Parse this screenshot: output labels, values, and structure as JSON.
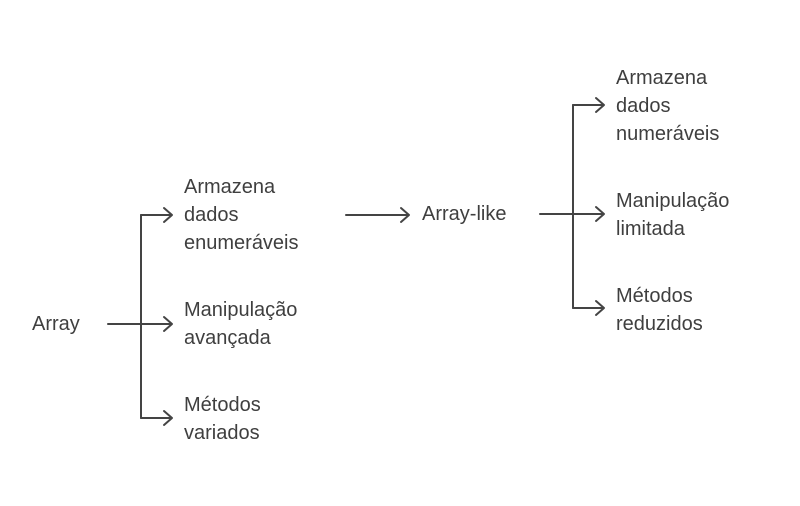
{
  "diagram": {
    "line_color": "#444444",
    "text_color": "#3f3f3f",
    "root": {
      "label": [
        "Array"
      ],
      "children": [
        {
          "label": [
            "Armazena",
            "dados",
            "enumeráveis"
          ]
        },
        {
          "label": [
            "Manipulação",
            "avançada"
          ]
        },
        {
          "label": [
            "Métodos",
            "variados"
          ]
        }
      ]
    },
    "secondary": {
      "label": [
        "Array-like"
      ],
      "children": [
        {
          "label": [
            "Armazena",
            "dados",
            "numeráveis"
          ]
        },
        {
          "label": [
            "Manipulação",
            "limitada"
          ]
        },
        {
          "label": [
            "Métodos",
            "reduzidos"
          ]
        }
      ]
    }
  }
}
